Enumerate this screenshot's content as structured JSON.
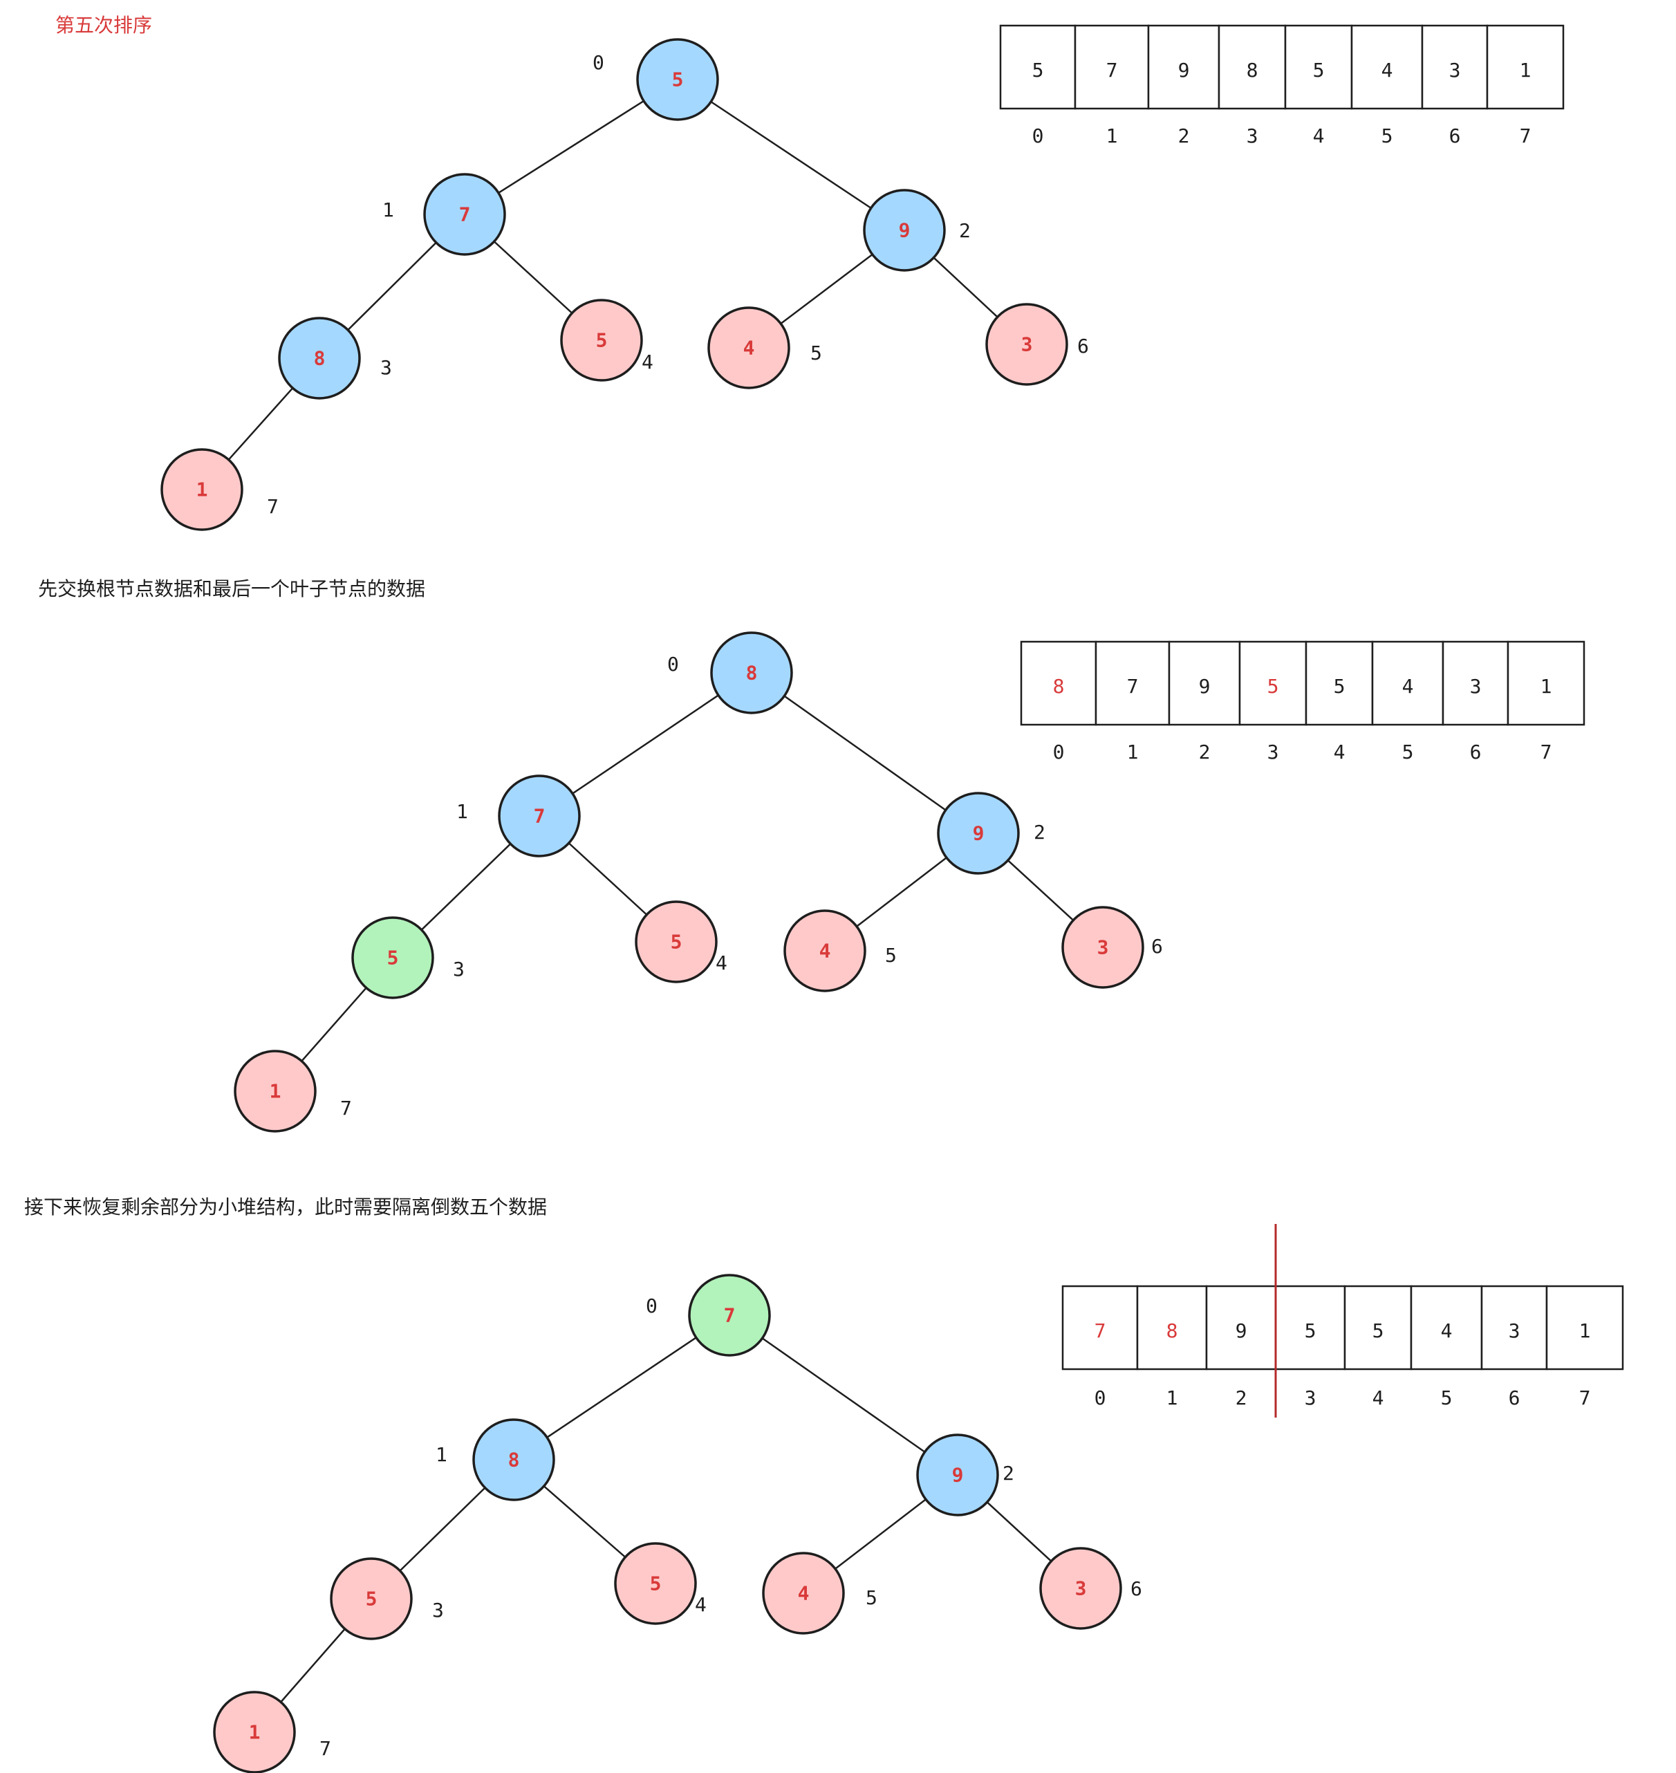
{
  "colors": {
    "blue": "#a5d8ff",
    "pink": "#ffc9c9",
    "green": "#b2f2bb",
    "red_text": "#d93a3a",
    "dark": "#1e1e1e",
    "divider": "#b52a2a"
  },
  "captions": [
    {
      "text": "第五次排序",
      "color": "red"
    },
    {
      "text": "先交换根节点数据和最后一个叶子节点的数据",
      "color": "dark"
    },
    {
      "text": "接下来恢复剩余部分为小堆结构，此时需要隔离倒数五个数据",
      "color": "dark"
    }
  ],
  "panels": [
    {
      "nodes": [
        {
          "value": "5",
          "index": "0",
          "fill": "blue"
        },
        {
          "value": "7",
          "index": "1",
          "fill": "blue"
        },
        {
          "value": "9",
          "index": "2",
          "fill": "blue"
        },
        {
          "value": "8",
          "index": "3",
          "fill": "blue"
        },
        {
          "value": "5",
          "index": "4",
          "fill": "pink"
        },
        {
          "value": "4",
          "index": "5",
          "fill": "pink"
        },
        {
          "value": "3",
          "index": "6",
          "fill": "pink"
        },
        {
          "value": "1",
          "index": "7",
          "fill": "pink"
        }
      ],
      "array": [
        {
          "value": "5",
          "red": false
        },
        {
          "value": "7",
          "red": false
        },
        {
          "value": "9",
          "red": false
        },
        {
          "value": "8",
          "red": false
        },
        {
          "value": "5",
          "red": false
        },
        {
          "value": "4",
          "red": false
        },
        {
          "value": "3",
          "red": false
        },
        {
          "value": "1",
          "red": false
        }
      ],
      "array_indices": [
        "0",
        "1",
        "2",
        "3",
        "4",
        "5",
        "6",
        "7"
      ],
      "divider_after": null
    },
    {
      "nodes": [
        {
          "value": "8",
          "index": "0",
          "fill": "blue"
        },
        {
          "value": "7",
          "index": "1",
          "fill": "blue"
        },
        {
          "value": "9",
          "index": "2",
          "fill": "blue"
        },
        {
          "value": "5",
          "index": "3",
          "fill": "green"
        },
        {
          "value": "5",
          "index": "4",
          "fill": "pink"
        },
        {
          "value": "4",
          "index": "5",
          "fill": "pink"
        },
        {
          "value": "3",
          "index": "6",
          "fill": "pink"
        },
        {
          "value": "1",
          "index": "7",
          "fill": "pink"
        }
      ],
      "array": [
        {
          "value": "8",
          "red": true
        },
        {
          "value": "7",
          "red": false
        },
        {
          "value": "9",
          "red": false
        },
        {
          "value": "5",
          "red": true
        },
        {
          "value": "5",
          "red": false
        },
        {
          "value": "4",
          "red": false
        },
        {
          "value": "3",
          "red": false
        },
        {
          "value": "1",
          "red": false
        }
      ],
      "array_indices": [
        "0",
        "1",
        "2",
        "3",
        "4",
        "5",
        "6",
        "7"
      ],
      "divider_after": null
    },
    {
      "nodes": [
        {
          "value": "7",
          "index": "0",
          "fill": "green"
        },
        {
          "value": "8",
          "index": "1",
          "fill": "blue"
        },
        {
          "value": "9",
          "index": "2",
          "fill": "blue"
        },
        {
          "value": "5",
          "index": "3",
          "fill": "pink"
        },
        {
          "value": "5",
          "index": "4",
          "fill": "pink"
        },
        {
          "value": "4",
          "index": "5",
          "fill": "pink"
        },
        {
          "value": "3",
          "index": "6",
          "fill": "pink"
        },
        {
          "value": "1",
          "index": "7",
          "fill": "pink"
        }
      ],
      "array": [
        {
          "value": "7",
          "red": true
        },
        {
          "value": "8",
          "red": true
        },
        {
          "value": "9",
          "red": false
        },
        {
          "value": "5",
          "red": false
        },
        {
          "value": "5",
          "red": false
        },
        {
          "value": "4",
          "red": false
        },
        {
          "value": "3",
          "red": false
        },
        {
          "value": "1",
          "red": false
        }
      ],
      "array_indices": [
        "0",
        "1",
        "2",
        "3",
        "4",
        "5",
        "6",
        "7"
      ],
      "divider_after": 2
    }
  ]
}
